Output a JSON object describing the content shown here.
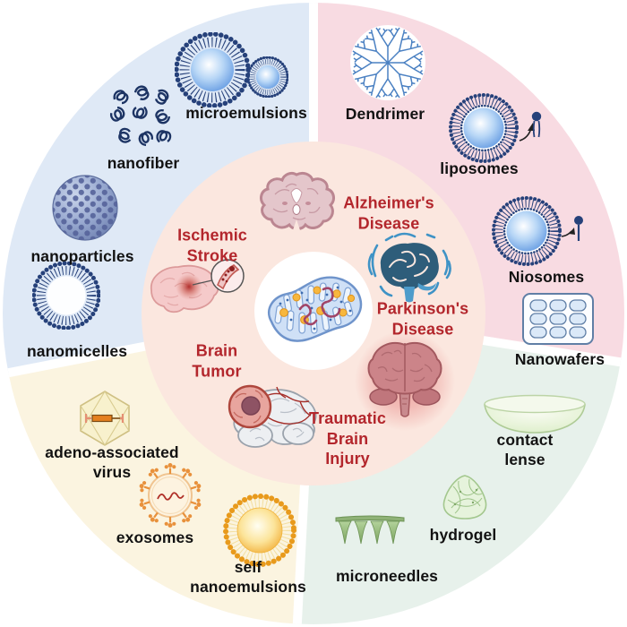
{
  "figure": {
    "type": "circular infographic wheel",
    "subject": "nanocarrier delivery systems around brain diseases with central mitochondrion",
    "center_icon": "mitochondrion",
    "label_text_color": "#121212",
    "disease_text_color": "#b3262c",
    "inner_ring": {
      "bg_color": "#fbe7df",
      "diseases": [
        "Ischemic Stroke",
        "Alzheimer's Disease",
        "Parkinson's Disease",
        "Traumatic Brain Injury",
        "Brain Tumor"
      ]
    },
    "sectors": [
      {
        "position": "top-left",
        "bg_color": "#dfe9f6",
        "items": [
          "microemulsions",
          "nanofiber",
          "nanoparticles",
          "nanomicelles"
        ]
      },
      {
        "position": "top-right",
        "bg_color": "#f8dbe2",
        "items": [
          "Dendrimer",
          "liposomes",
          "Niosomes",
          "Nanowafers"
        ]
      },
      {
        "position": "bottom-left",
        "bg_color": "#fbf4e0",
        "items": [
          "adeno-associated virus",
          "exosomes",
          "self nanoemulsions"
        ]
      },
      {
        "position": "bottom-right",
        "bg_color": "#e7f1eb",
        "items": [
          "contact lense",
          "hydrogel",
          "microneedles"
        ]
      }
    ]
  },
  "labels": {
    "microemulsions": "microemulsions",
    "nanofiber": "nanofiber",
    "nanoparticles": "nanoparticles",
    "nanomicelles": "nanomicelles",
    "dendrimer": "Dendrimer",
    "liposomes": "liposomes",
    "niosomes": "Niosomes",
    "nanowafers": "Nanowafers",
    "aav": "adeno-associated\nvirus",
    "exosomes": "exosomes",
    "self_nanoemulsions": "self\nnanoemulsions",
    "contact_lense": "contact\nlense",
    "hydrogel": "hydrogel",
    "microneedles": "microneedles",
    "ischemic_stroke": "Ischemic\nStroke",
    "alzheimers": "Alzheimer's\nDisease",
    "parkinsons": "Parkinson's\nDisease",
    "brain_tumor": "Brain\nTumor",
    "tbi": "Traumatic\nBrain\nInjury"
  }
}
